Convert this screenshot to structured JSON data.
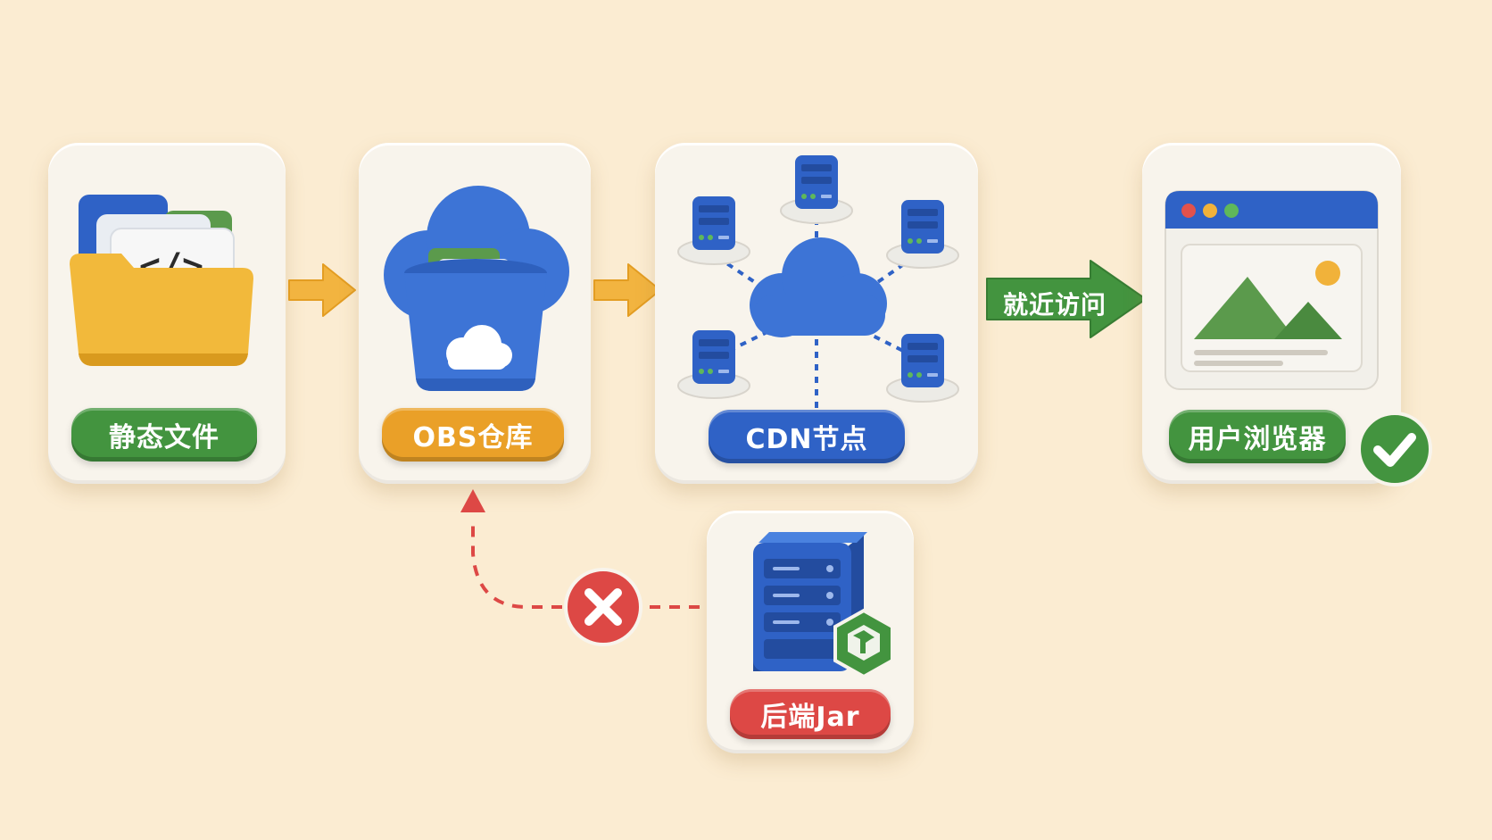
{
  "nodes": {
    "static_files": {
      "label": "静态文件"
    },
    "obs": {
      "label": "OBS仓库"
    },
    "cdn": {
      "label": "CDN节点"
    },
    "browser": {
      "label": "用户浏览器"
    },
    "backend": {
      "label": "后端Jar"
    }
  },
  "edges": {
    "nearby_access": {
      "label": "就近访问"
    }
  },
  "code_symbol": "</>",
  "colors": {
    "background": "#fbecd2",
    "green": "#43943f",
    "orange": "#eaa028",
    "blue": "#2f62c6",
    "red": "#dd4845",
    "yellow_folder": "#f2b93b"
  },
  "icons": [
    "folder-code-icon",
    "cloud-bucket-icon",
    "cdn-network-icon",
    "browser-image-icon",
    "check-icon",
    "server-icon",
    "cross-icon"
  ]
}
